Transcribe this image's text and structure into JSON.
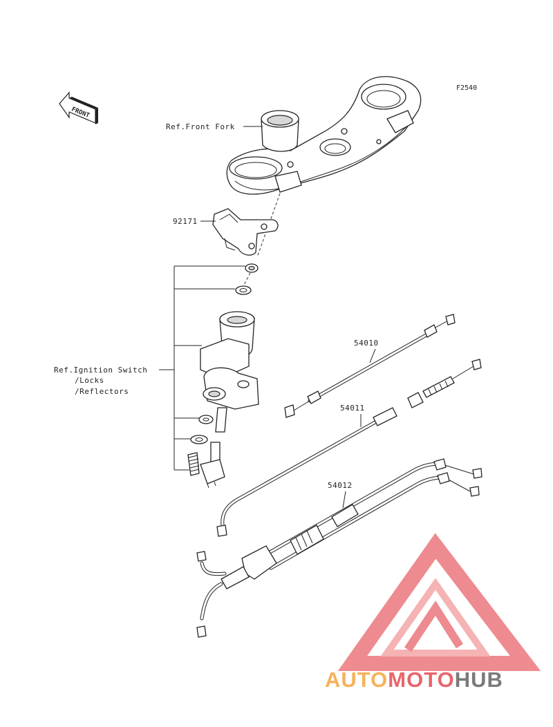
{
  "figure_code": "F2540",
  "front_label": "FRONT",
  "labels": {
    "front_fork": "Ref.Front Fork",
    "bracket": "92171",
    "ignition_line1": "Ref.Ignition Switch",
    "ignition_line2": "/Locks",
    "ignition_line3": "/Reflectors",
    "cable_choke": "54010",
    "cable_clutch": "54011",
    "cable_throttle": "54012"
  },
  "watermark": {
    "part1": "AUTO",
    "part2": "MOTO",
    "part3": "HUB",
    "color_light": "#f5b25a",
    "color_mid": "#e8656b",
    "color_dark": "#7a7a7a"
  }
}
